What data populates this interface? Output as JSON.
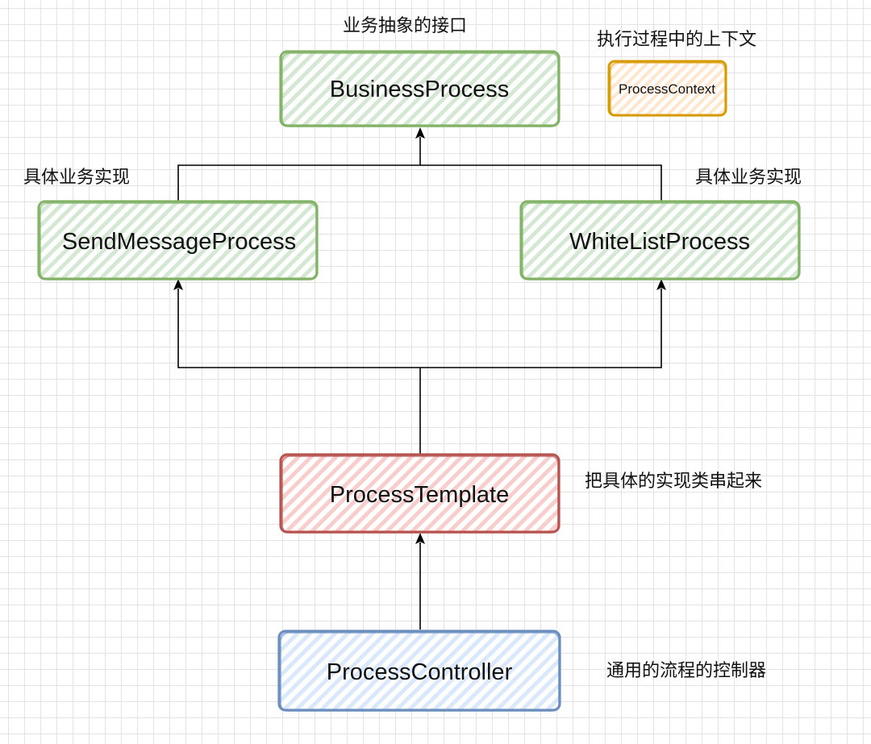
{
  "colors": {
    "background": "#ffffff",
    "grid": "#e3e3e3",
    "connector": "#000000",
    "green_stroke": "#82b366",
    "green_fill": "#d5e8d4",
    "red_stroke": "#b85450",
    "red_fill": "#f8cecc",
    "blue_stroke": "#6c8ebf",
    "blue_fill": "#dae8fc",
    "orange_stroke": "#d79b00",
    "orange_fill": "#ffe6cc"
  },
  "nodes": {
    "business_process": "BusinessProcess",
    "process_context": "ProcessContext",
    "send_message_process": "SendMessageProcess",
    "white_list_process": "WhiteListProcess",
    "process_template": "ProcessTemplate",
    "process_controller": "ProcessController"
  },
  "annotations": {
    "business_interface": "业务抽象的接口",
    "execution_context": "执行过程中的上下文",
    "impl_left": "具体业务实现",
    "impl_right": "具体业务实现",
    "template_desc": "把具体的实现类串起来",
    "controller_desc": "通用的流程的控制器"
  }
}
